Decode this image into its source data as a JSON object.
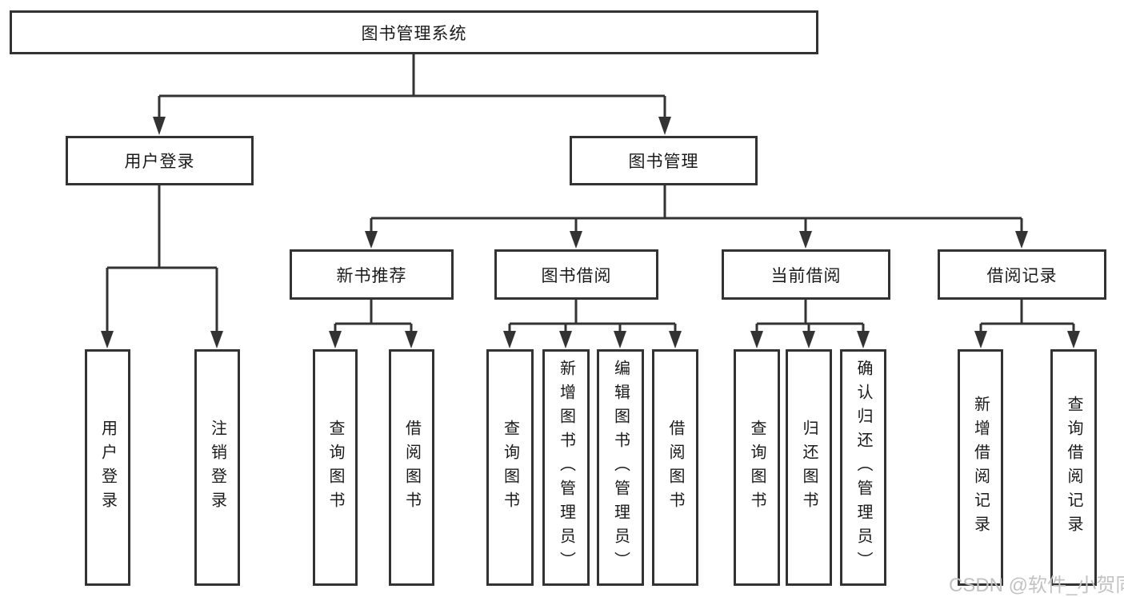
{
  "diagram": {
    "root": {
      "label": "图书管理系统"
    },
    "level2": [
      {
        "label": "用户登录"
      },
      {
        "label": "图书管理"
      }
    ],
    "level3": [
      {
        "label": "新书推荐"
      },
      {
        "label": "图书借阅"
      },
      {
        "label": "当前借阅"
      },
      {
        "label": "借阅记录"
      }
    ],
    "leaves_user": [
      {
        "label": "用户登录"
      },
      {
        "label": "注销登录"
      }
    ],
    "leaves_recommend": [
      {
        "label": "查询图书"
      },
      {
        "label": "借阅图书"
      }
    ],
    "leaves_borrow": [
      {
        "label": "查询图书"
      },
      {
        "label": "新增图书（管理员）"
      },
      {
        "label": "编辑图书（管理员）"
      },
      {
        "label": "借阅图书"
      }
    ],
    "leaves_current": [
      {
        "label": "查询图书"
      },
      {
        "label": "归还图书"
      },
      {
        "label": "确认归还（管理员）"
      }
    ],
    "leaves_records": [
      {
        "label": "新增借阅记录"
      },
      {
        "label": "查询借阅记录"
      }
    ]
  },
  "watermark": "CSDN @软件_小贺同学",
  "colors": {
    "line": "#333333",
    "text": "#1a1a1a",
    "background": "#ffffff",
    "watermark": "#c2c2c2"
  }
}
